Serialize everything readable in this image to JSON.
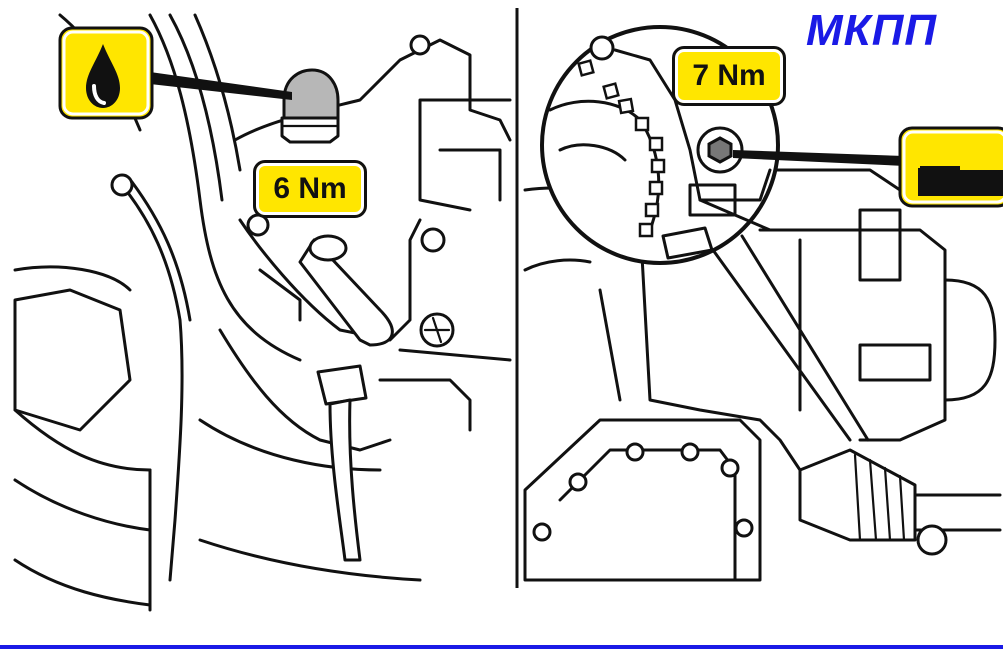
{
  "title": "МКПП",
  "left_panel": {
    "torque_label": "6 Nm",
    "icon": "oil-drop-icon"
  },
  "right_panel": {
    "torque_label": "7 Nm",
    "icon": "oil-level-icon"
  },
  "colors": {
    "badge_fill": "#ffe600",
    "title_blue": "#1a1ae6",
    "line_black": "#111111"
  }
}
